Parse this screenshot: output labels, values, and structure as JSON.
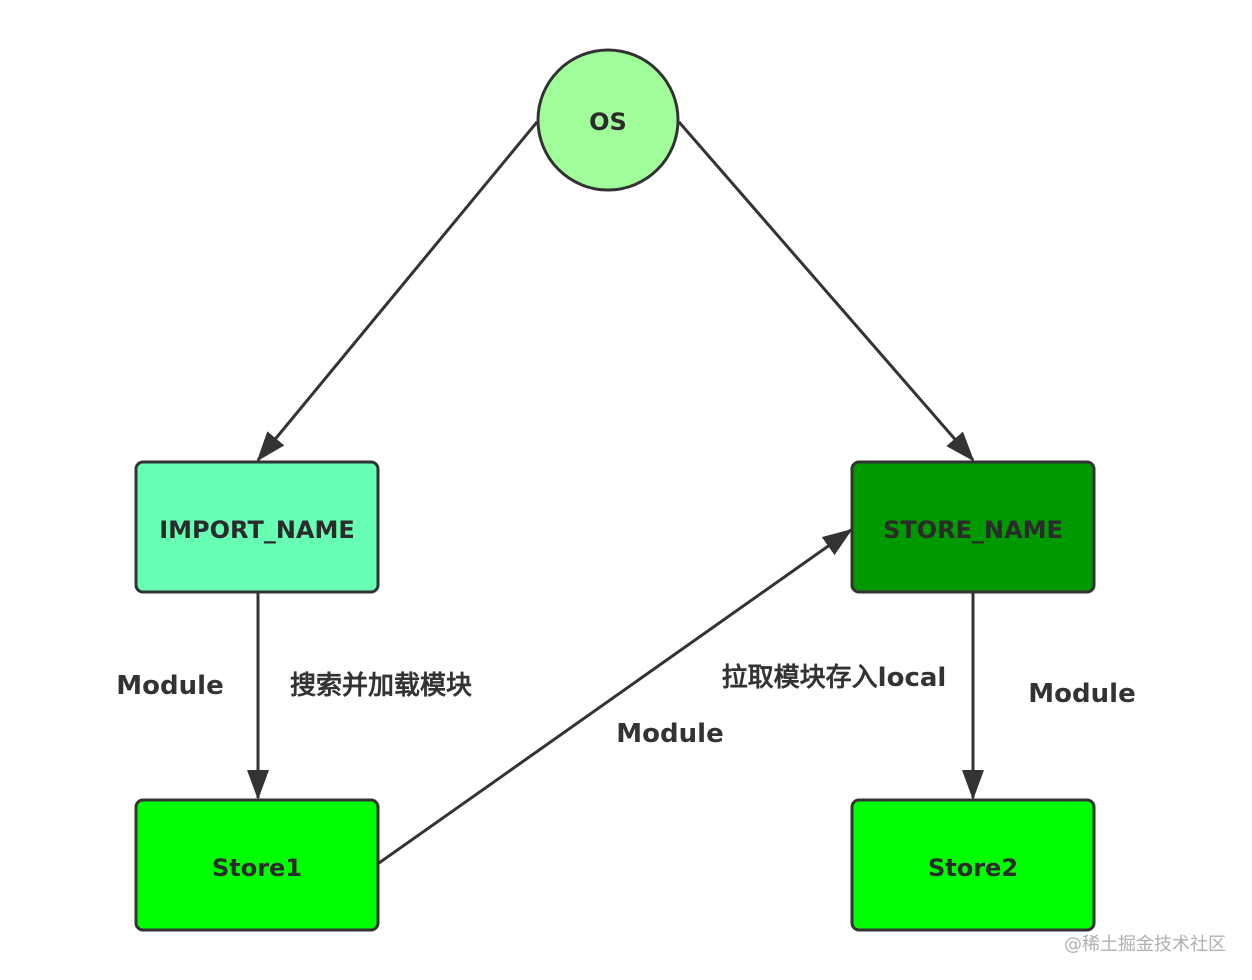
{
  "nodes": {
    "os": {
      "label": "OS",
      "fill": "#a0ff9a"
    },
    "import_name": {
      "label": "IMPORT_NAME",
      "fill": "#66ffb3"
    },
    "store_name": {
      "label": "STORE_NAME",
      "fill": "#009900"
    },
    "store1": {
      "label": "Store1",
      "fill": "#00ff00"
    },
    "store2": {
      "label": "Store2",
      "fill": "#00ff00"
    }
  },
  "edge_labels": {
    "import_to_store1_left": "Module",
    "import_to_store1_right": "搜索并加载模块",
    "store1_to_store_name_top": "拉取模块存入local",
    "store1_to_store_name_bottom": "Module",
    "store_name_to_store2": "Module"
  },
  "colors": {
    "stroke": "#333333"
  },
  "watermark": "@稀土掘金技术社区"
}
